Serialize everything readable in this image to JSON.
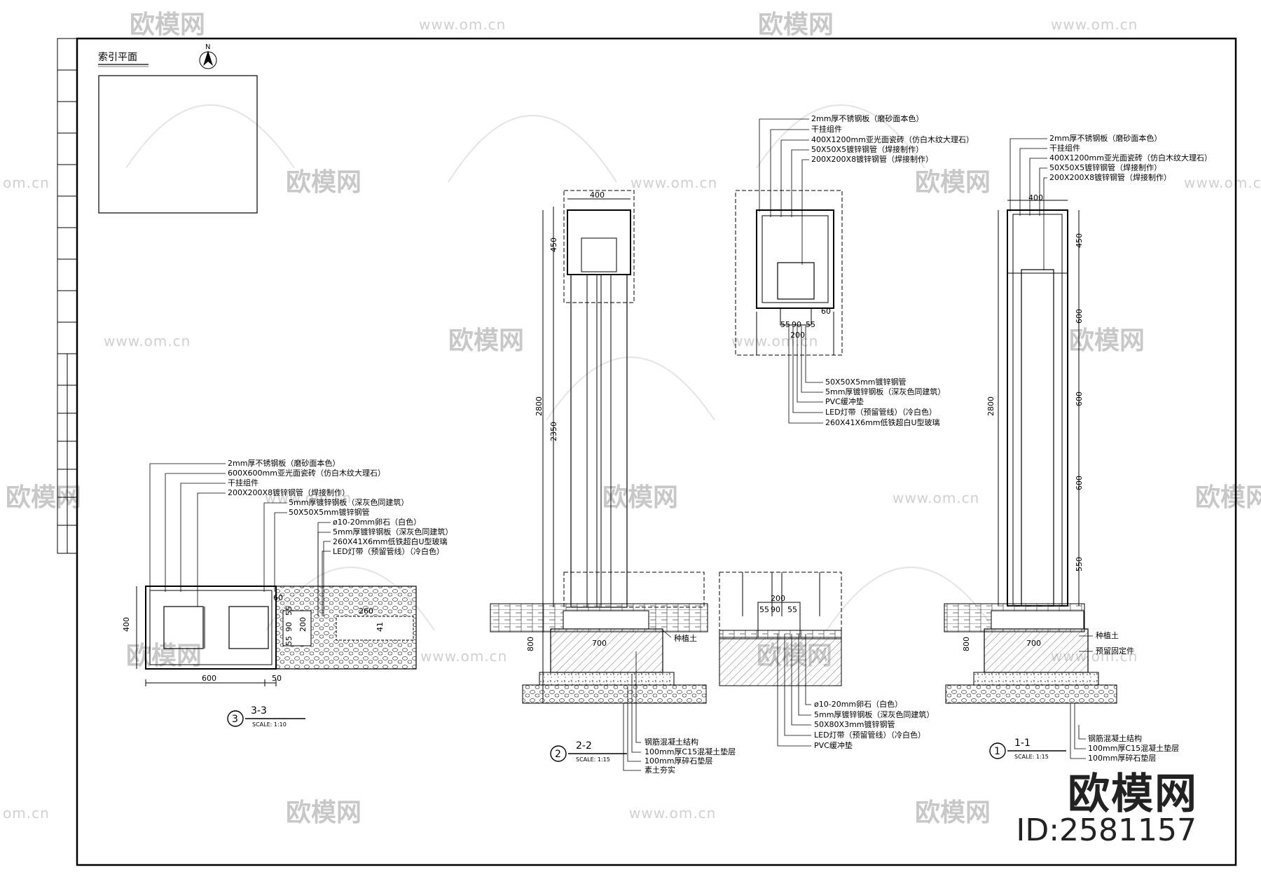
{
  "index_plan_title": "索引平面",
  "north": "N",
  "watermark_brand": "欧模网",
  "watermark_url": "www.om.cn",
  "watermark_url_short": "om.cn",
  "brand_text": "欧模网",
  "id_text": "ID:2581157",
  "sections": {
    "s3": {
      "num": "3",
      "name": "3-3",
      "scale": "SCALE: 1:10",
      "callouts": [
        "2mm厚不锈钢板（磨砂面本色）",
        "600X600mm亚光面瓷砖（仿白木纹大理石）",
        "干挂组件",
        "200X200X8镀锌钢管（焊接制作）",
        "5mm厚镀锌钢板（深灰色同建筑）",
        "50X50X5mm镀锌钢管",
        "ø10-20mm卵石（白色）",
        "5mm厚镀锌钢板（深灰色同建筑）",
        "260X41X6mm低铁超白U型玻璃",
        "LED灯带（预留管线）（冷白色）"
      ],
      "dims": [
        "400",
        "600",
        "50",
        "60",
        "55",
        "90",
        "55",
        "200",
        "260",
        "41"
      ]
    },
    "s2": {
      "num": "2",
      "name": "2-2",
      "scale": "SCALE: 1:15",
      "dims": [
        "400",
        "450",
        "2800",
        "2350",
        "800",
        "700"
      ],
      "callouts_bottom": [
        "钢筋混凝土结构",
        "100mm厚C15混凝土垫层",
        "100mm厚碎石垫层",
        "素土夯实"
      ],
      "fill_label": "种植土"
    },
    "detail_top": {
      "callouts": [
        "2mm厚不锈钢板（磨砂面本色）",
        "干挂组件",
        "400X1200mm亚光面瓷砖（仿白木纹大理石）",
        "50X50X5镀锌钢管（焊接制作）",
        "200X200X8镀锌钢管（焊接制作）"
      ],
      "callouts_bottom": [
        "50X50X5mm镀锌钢管",
        "5mm厚镀锌钢板（深灰色同建筑）",
        "PVC缓冲垫",
        "LED灯带（预留管线）（冷白色）",
        "260X41X6mm低铁超白U型玻璃"
      ],
      "dims": [
        "60",
        "55",
        "90",
        "55",
        "200"
      ]
    },
    "detail_bottom": {
      "callouts": [
        "ø10-20mm卵石（白色）",
        "5mm厚镀锌钢板（深灰色同建筑）",
        "50X80X3mm镀锌钢管",
        "LED灯带（预留管线）（冷白色）",
        "PVC缓冲垫"
      ],
      "dims": [
        "200",
        "55",
        "90",
        "55"
      ]
    },
    "s1": {
      "num": "1",
      "name": "1-1",
      "scale": "SCALE: 1:15",
      "callouts": [
        "2mm厚不锈钢板（磨砂面本色）",
        "干挂组件",
        "400X1200mm亚光面瓷砖（仿白木纹大理石）",
        "50X50X5镀锌钢管（焊接制作）",
        "200X200X8镀锌钢管（焊接制作）"
      ],
      "dims": [
        "400",
        "450",
        "600",
        "600",
        "600",
        "550",
        "2800",
        "800",
        "700"
      ],
      "callouts_bottom": [
        "钢筋混凝土结构",
        "100mm厚C15混凝土垫层",
        "100mm厚碎石垫层"
      ],
      "fill_label": "种植土",
      "side_label": "预留固定件"
    }
  }
}
